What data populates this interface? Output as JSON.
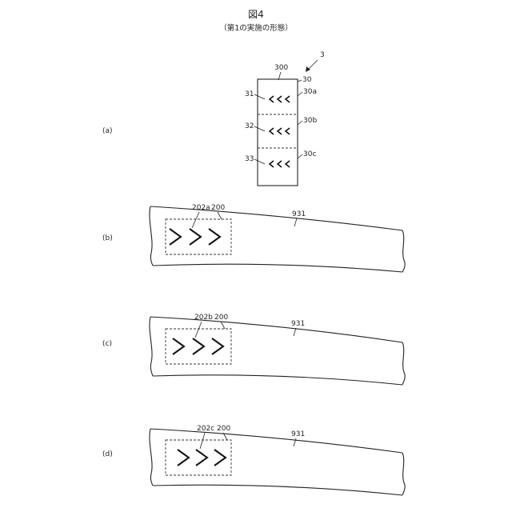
{
  "figure": {
    "title": "図4",
    "subtitle": "（第1の実施の形態）"
  },
  "panel_a": {
    "label": "(a)",
    "ref_device": "3",
    "ref_display_body": "300",
    "ref_display": "30",
    "ref_region_a": "30a",
    "ref_region_b": "30b",
    "ref_region_c": "30c",
    "ref_indicator_1": "31",
    "ref_indicator_2": "32",
    "ref_indicator_3": "33",
    "symbol": "<<<"
  },
  "panel_b": {
    "label": "(b)",
    "ref_image": "202a",
    "ref_area": "200",
    "ref_road": "931",
    "symbol": ">>>"
  },
  "panel_c": {
    "label": "(c)",
    "ref_image": "202b",
    "ref_area": "200",
    "ref_road": "931",
    "symbol": ">>>"
  },
  "panel_d": {
    "label": "(d)",
    "ref_image": "202c",
    "ref_area": "200",
    "ref_road": "931",
    "symbol": ">>>"
  }
}
